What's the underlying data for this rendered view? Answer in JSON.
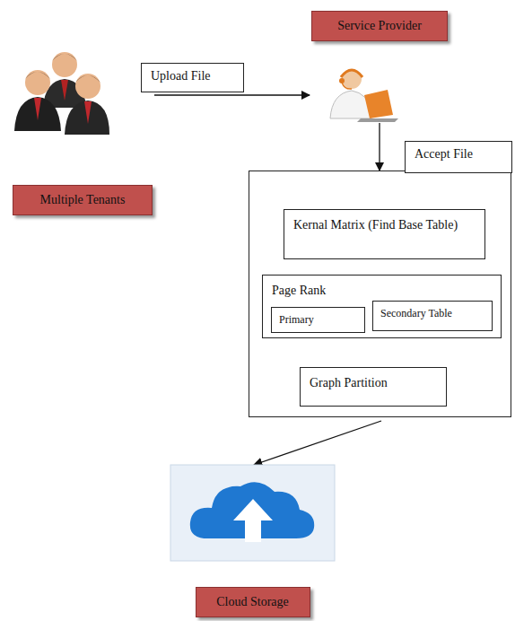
{
  "diagram": {
    "nodes": [
      {
        "text": [
          "Multiple Tenants"
        ]
      },
      {
        "text": [
          "Service Provider"
        ]
      },
      {
        "text": []
      },
      {
        "text": [
          "Kernal Matrix (Find Base Table)"
        ],
        "in": 2
      },
      {
        "text": [
          "Page Rank"
        ],
        "in": 2
      },
      {
        "text": [
          "Primary"
        ],
        "in": 4
      },
      {
        "text": [
          "Secondary Table"
        ],
        "in": 4
      },
      {
        "text": [
          "Graph Partition"
        ],
        "in": 2
      },
      {
        "text": [
          "Cloud Storage"
        ]
      }
    ],
    "edges": [
      {
        "from": 0,
        "to": 1,
        "label": "Upload File",
        "arrow": "to"
      },
      {
        "from": 1,
        "to": 2,
        "label": "Accept File",
        "arrow": "to"
      },
      {
        "from": 2,
        "to": 8,
        "arrow": "to"
      }
    ]
  }
}
